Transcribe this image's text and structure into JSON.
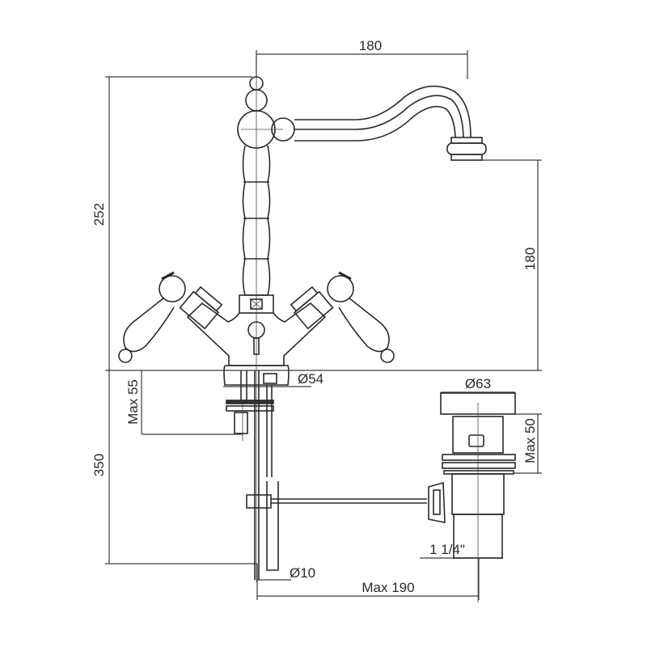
{
  "title": "Mixer tap technical drawing",
  "dimensions": {
    "spout_reach": "180",
    "total_height": "252",
    "spout_height": "180",
    "base_diameter": "Ø54",
    "max_deck_thickness_tap": "Max 55",
    "below_deck_length": "350",
    "waste_diameter": "Ø63",
    "max_deck_thickness_waste": "Max 50",
    "waste_thread": "1 1/4\"",
    "rod_diameter": "Ø10",
    "max_rod_distance": "Max 190"
  },
  "colors": {
    "line": "#3a3a3a",
    "background": "#ffffff"
  }
}
